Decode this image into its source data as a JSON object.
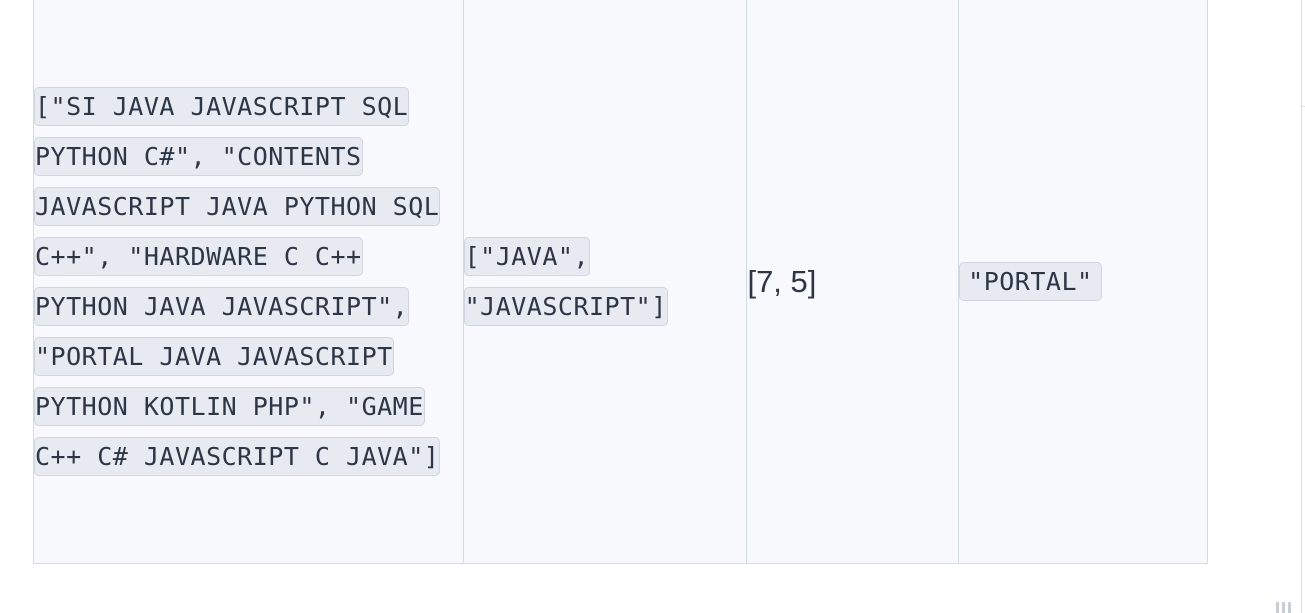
{
  "table": {
    "rows": [
      {
        "cells": [
          "[\"SI JAVA JAVASCRIPT SQL PYTHON C#\", \"CONTENTS JAVASCRIPT JAVA PYTHON SQL C++\", \"HARDWARE C C++ PYTHON JAVA JAVASCRIPT\", \"PORTAL JAVA JAVASCRIPT PYTHON KOTLIN PHP\", \"GAME C++ C# JAVASCRIPT C JAVA\"]",
          "[\"JAVA\", \"JAVASCRIPT\"]",
          "[7, 5]",
          "\"PORTAL\""
        ]
      }
    ]
  },
  "colors": {
    "cell_background": "#f8f9fc",
    "border": "#d3dbe6",
    "chip_background": "#e7eaf1",
    "text": "#2c3645"
  }
}
